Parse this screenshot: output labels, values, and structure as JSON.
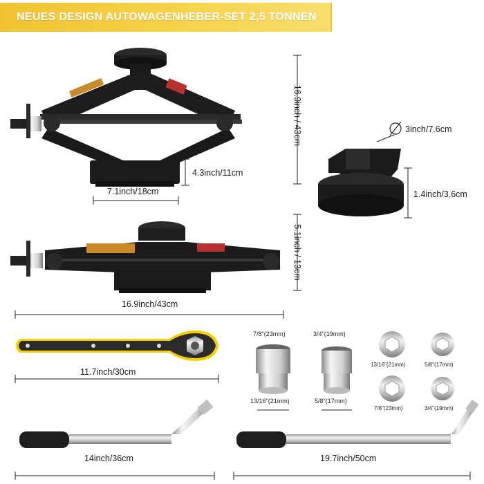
{
  "banner": {
    "title": "NEUES DESIGN AUTOWAGENHEBER-SET 2,5 TONNEN"
  },
  "dimensions": {
    "jack_height_open": "16.9inch / 43cm",
    "jack_base_width": "7.1inch/18cm",
    "jack_base_height": "4.3inch/11cm",
    "pad_diameter": "3inch/7.6cm",
    "pad_height": "1.4inch/3.6cm",
    "jack_height_closed": "5.1inch / 13cm",
    "jack_length": "16.9inch/43cm",
    "ratchet_length": "11.7inch/30cm",
    "short_wrench_length": "14inch/36cm",
    "long_wrench_length": "19.7inch/50cm"
  },
  "sockets": {
    "large_1_top": "7/8\"(23mm)",
    "large_1_bottom": "13/16\"(21mm)",
    "large_2_top": "3/4\"(19mm)",
    "large_2_bottom": "5/8\"(17mm)",
    "small_1": "13/16\"(21mm)",
    "small_2": "5/8\"(17mm)",
    "small_3": "7/8\"(23mm)",
    "small_4": "3/4\"(19mm)"
  },
  "colors": {
    "banner": "#f2c230",
    "accent_yellow": "#f5d000",
    "product": "#1c1c1c",
    "chrome": "#c8c8c8"
  }
}
